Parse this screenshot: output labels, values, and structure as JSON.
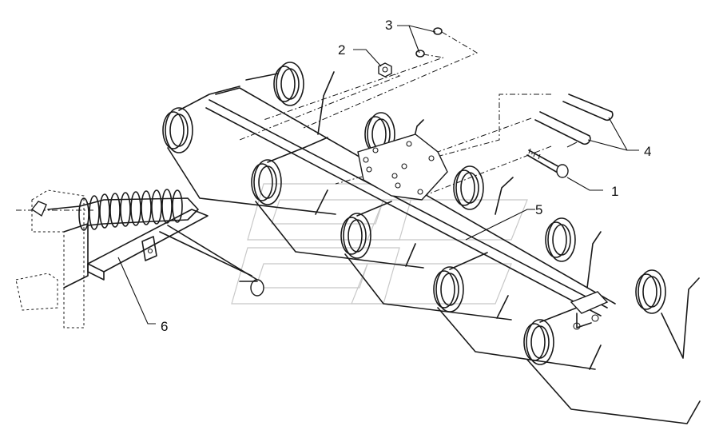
{
  "diagram": {
    "type": "exploded-parts-diagram",
    "callouts": [
      {
        "id": "1",
        "label": "1"
      },
      {
        "id": "2",
        "label": "2"
      },
      {
        "id": "3",
        "label": "3"
      },
      {
        "id": "4",
        "label": "4"
      },
      {
        "id": "5",
        "label": "5"
      },
      {
        "id": "6",
        "label": "6"
      }
    ]
  }
}
